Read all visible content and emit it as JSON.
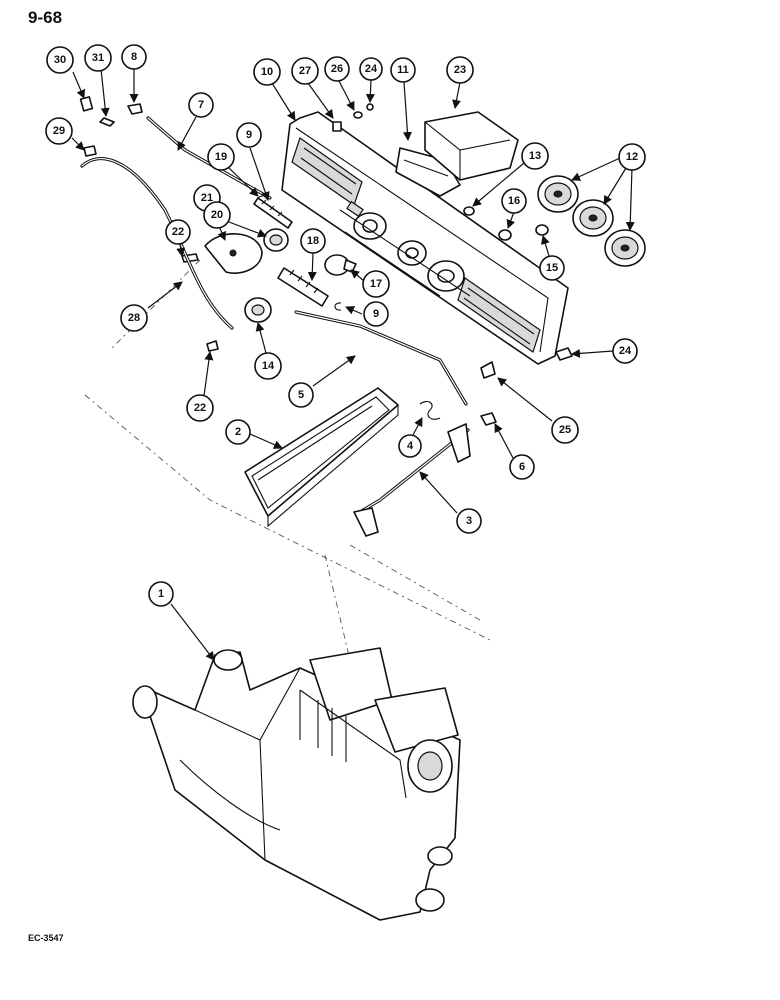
{
  "page_number": "9-68",
  "figure_code": "EC-3547",
  "callouts": [
    {
      "label": "30"
    },
    {
      "label": "31"
    },
    {
      "label": "8"
    },
    {
      "label": "10"
    },
    {
      "label": "27"
    },
    {
      "label": "26"
    },
    {
      "label": "24"
    },
    {
      "label": "11"
    },
    {
      "label": "23"
    },
    {
      "label": "7"
    },
    {
      "label": "29"
    },
    {
      "label": "9"
    },
    {
      "label": "19"
    },
    {
      "label": "13"
    },
    {
      "label": "12"
    },
    {
      "label": "21"
    },
    {
      "label": "16"
    },
    {
      "label": "20"
    },
    {
      "label": "22"
    },
    {
      "label": "15"
    },
    {
      "label": "18"
    },
    {
      "label": "17"
    },
    {
      "label": "28"
    },
    {
      "label": "9"
    },
    {
      "label": "14"
    },
    {
      "label": "24"
    },
    {
      "label": "5"
    },
    {
      "label": "22"
    },
    {
      "label": "25"
    },
    {
      "label": "2"
    },
    {
      "label": "4"
    },
    {
      "label": "6"
    },
    {
      "label": "3"
    },
    {
      "label": "1"
    }
  ]
}
